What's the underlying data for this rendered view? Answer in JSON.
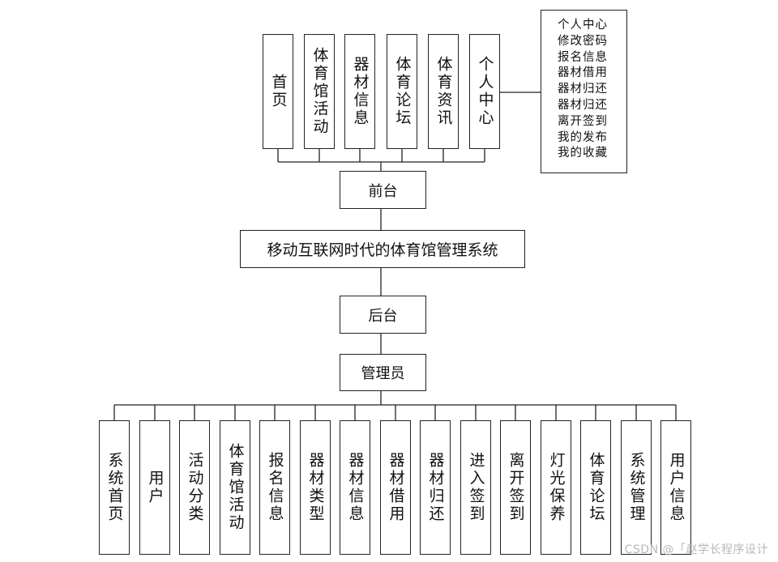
{
  "frontend": {
    "label": "前台",
    "modules": [
      "首页",
      "体育馆活动",
      "器材信息",
      "体育论坛",
      "体育资讯",
      "个人中心"
    ],
    "personal_center_items": [
      "个人中心",
      "修改密码",
      "报名信息",
      "器材借用",
      "器材归还",
      "器材归还",
      "离开签到",
      "我的发布",
      "我的收藏"
    ]
  },
  "system": {
    "title": "移动互联网时代的体育馆管理系统"
  },
  "backend": {
    "label": "后台",
    "role": "管理员",
    "modules": [
      "系统首页",
      "用户",
      "活动分类",
      "体育馆活动",
      "报名信息",
      "器材类型",
      "器材信息",
      "器材借用",
      "器材归还",
      "进入签到",
      "离开签到",
      "灯光保养",
      "体育论坛",
      "系统管理",
      "用户信息"
    ]
  },
  "watermark": "CSDN @「赵学长程序设计"
}
